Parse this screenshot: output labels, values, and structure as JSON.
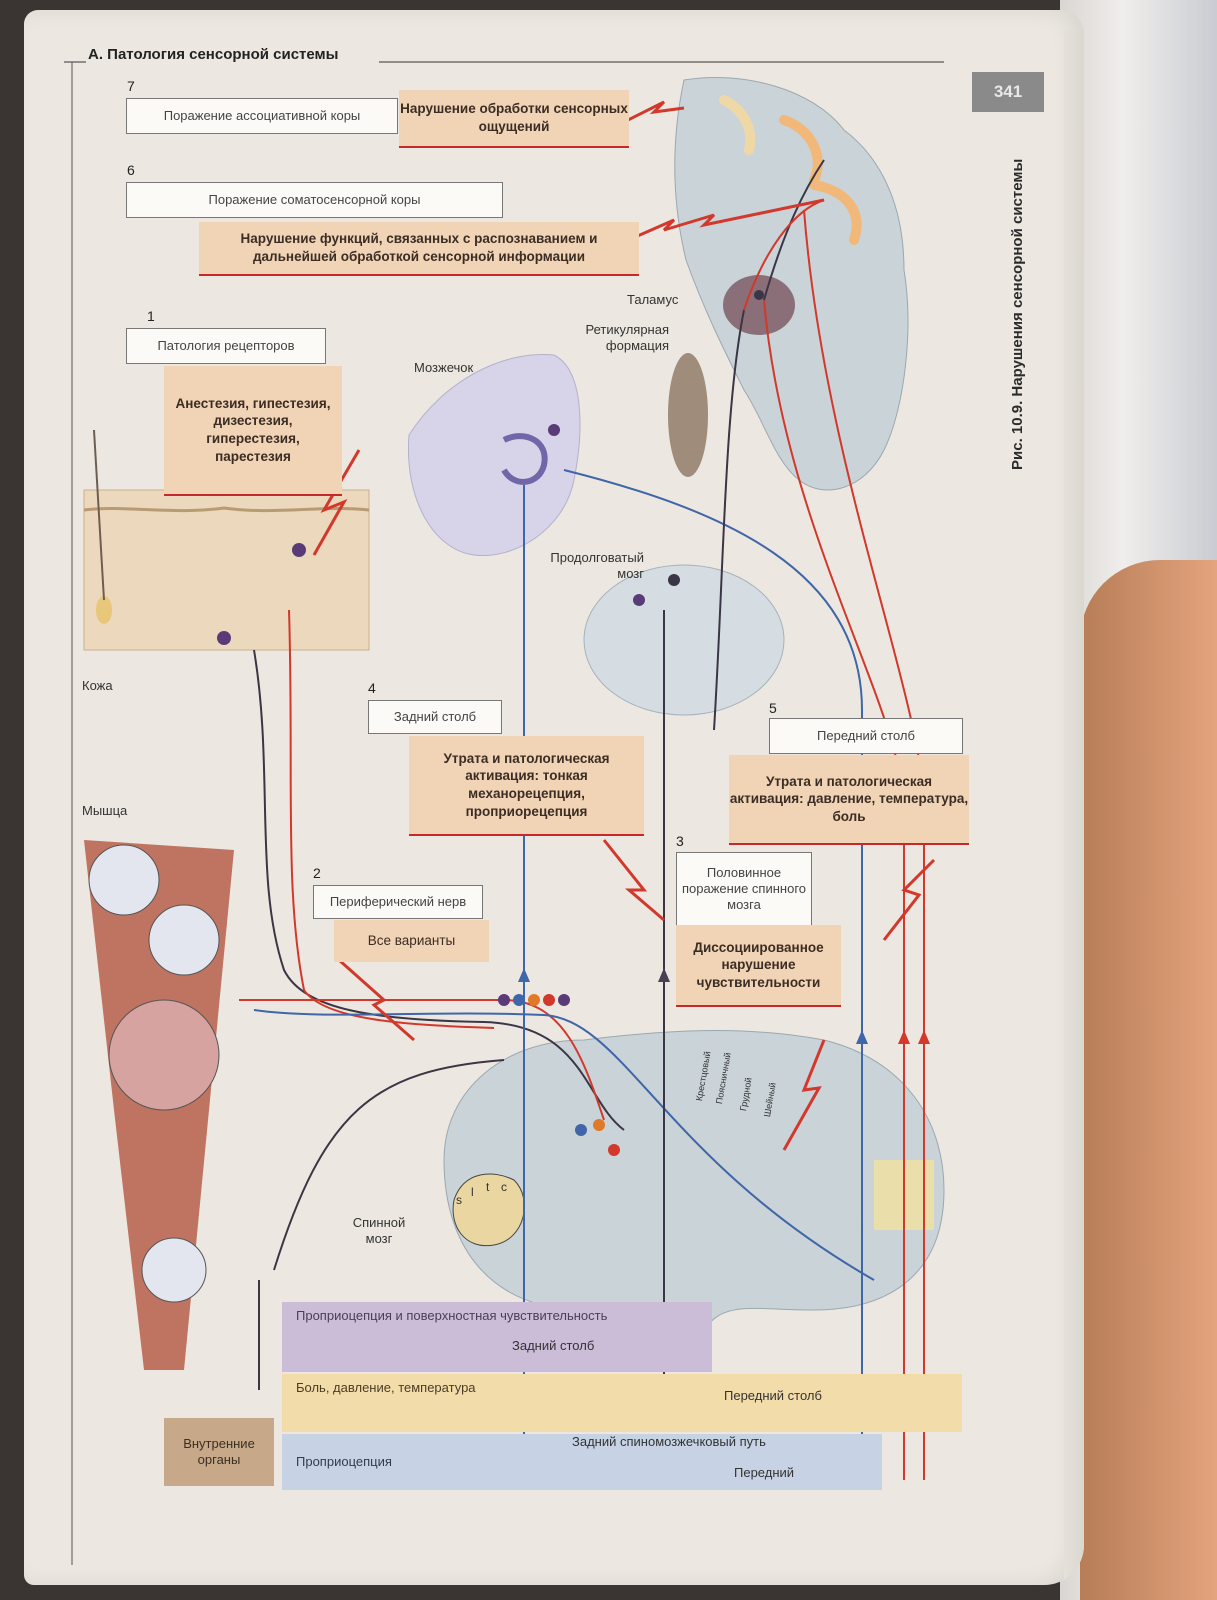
{
  "header": {
    "title": "А. Патология сенсорной системы",
    "page_number": "341"
  },
  "caption": "Рис. 10.9. Нарушения сенсорной системы",
  "lesions": [
    {
      "num": "7",
      "site": "Поражение ассоциативной коры",
      "effect": "Нарушение обработки сенсорных ощущений"
    },
    {
      "num": "6",
      "site": "Поражение соматосенсорной коры",
      "effect": "Нарушение функций, связанных с распознаванием и дальнейшей обработкой сенсорной информации"
    },
    {
      "num": "1",
      "site": "Патология рецепторов",
      "effect": "Анестезия, гипестезия, дизестезия, гиперестезия, парестезия"
    },
    {
      "num": "4",
      "site": "Задний столб",
      "effect": "Утрата и патологическая активация: тонкая механорецепция, проприорецепция"
    },
    {
      "num": "5",
      "site": "Передний столб",
      "effect": "Утрата и патологическая активация: давление, температура, боль"
    },
    {
      "num": "2",
      "site": "Периферический нерв",
      "effect": "Все варианты"
    },
    {
      "num": "3",
      "site": "Половинное поражение спинного мозга",
      "effect": "Диссоциированное нарушение чувствительности"
    }
  ],
  "structures": {
    "thalamus": "Таламус",
    "reticular": "Ретикулярная формация",
    "cerebellum": "Мозжечок",
    "medulla": "Продолговатый мозг",
    "skin": "Кожа",
    "muscle": "Мышца",
    "spinal_cord": "Спинной мозг",
    "viscera": "Внутренние органы",
    "sltc": [
      "s",
      "l",
      "t",
      "c"
    ],
    "segments": [
      "Крестцовый",
      "Поясничный",
      "Грудной",
      "Шейный"
    ]
  },
  "legend": {
    "proprio_surface": "Проприоцепция и поверхностная чувствительность",
    "pain": "Боль, давление, температура",
    "proprio": "Проприоцепция",
    "dorsal_column": "Задний столб",
    "anterior_column": "Передний столб",
    "dorsal_spinocerebellar": "Задний спиномозжечковый путь",
    "anterior": "Передний"
  },
  "colors": {
    "red": "#d2382b",
    "blue": "#3f66a8",
    "dark": "#3b3645",
    "orange": "#e07a2b",
    "purple": "#5a3b78"
  }
}
